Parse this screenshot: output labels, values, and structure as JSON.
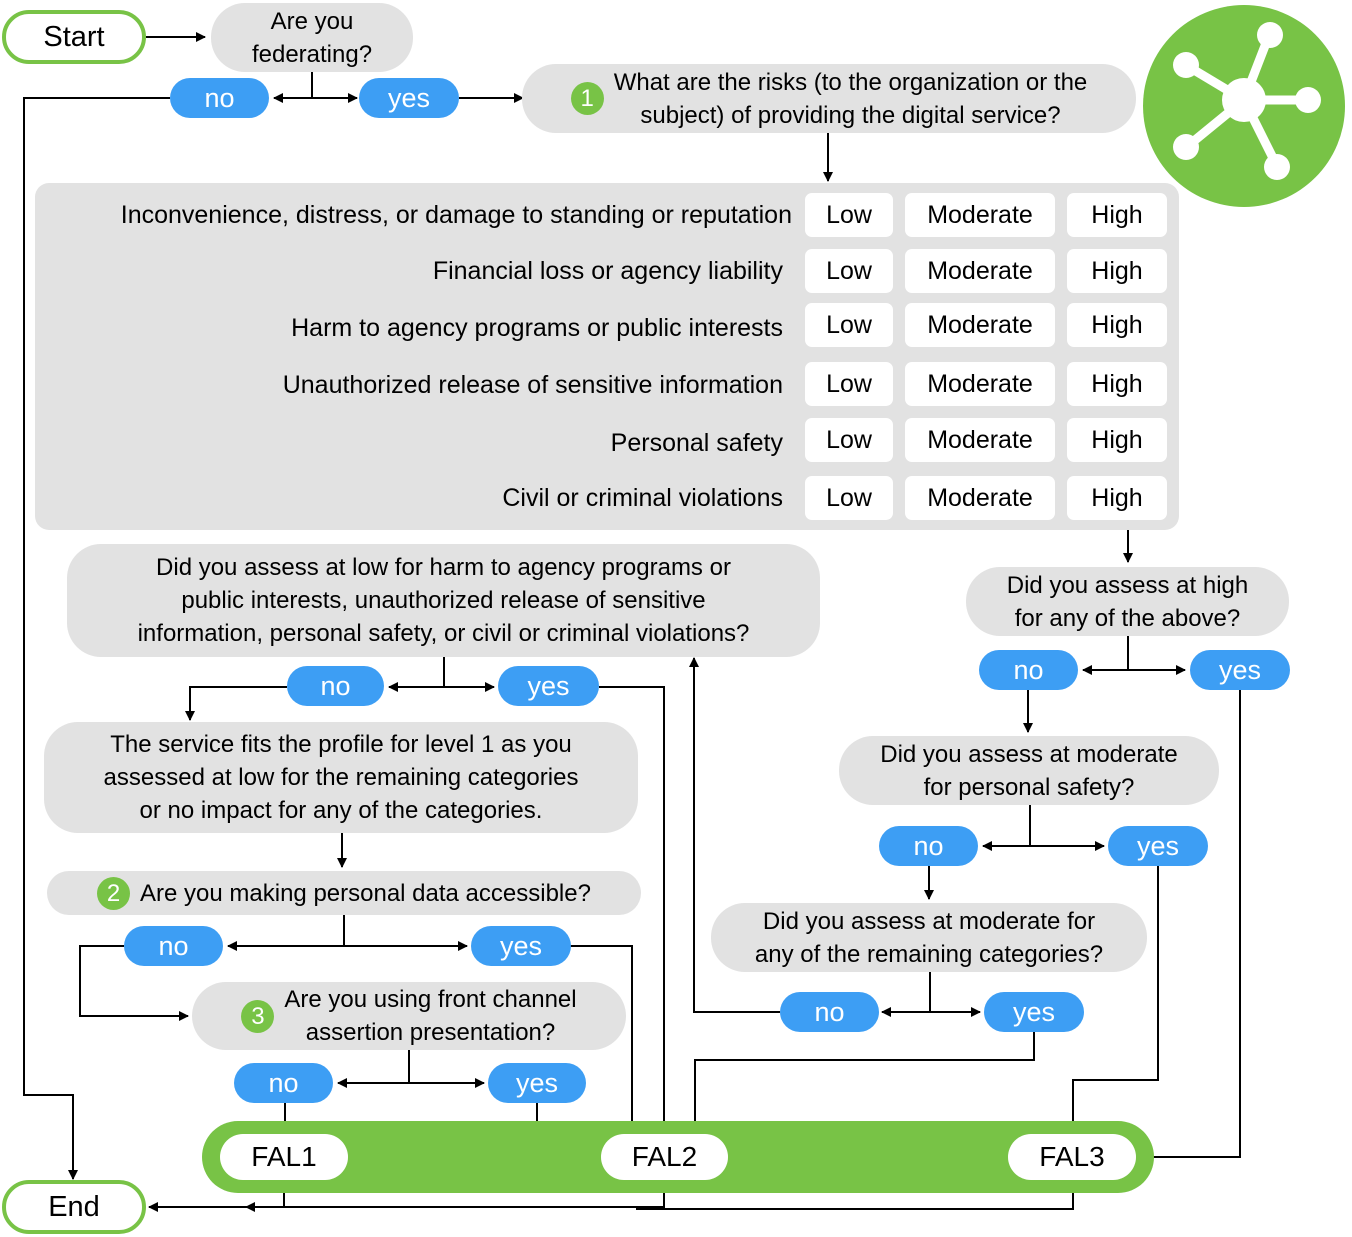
{
  "start": {
    "label": "Start"
  },
  "end": {
    "label": "End"
  },
  "q_federating": {
    "line1": "Are you",
    "line2": "federating?"
  },
  "q_risks": {
    "number": "1",
    "line1": "What are the risks (to the organization or the",
    "line2": "subject) of providing the digital service?"
  },
  "levels": {
    "low": "Low",
    "moderate": "Moderate",
    "high": "High"
  },
  "categories": [
    "Inconvenience, distress, or damage to standing or reputation",
    "Financial loss or agency liability",
    "Harm to agency programs or public interests",
    "Unauthorized release of sensitive information",
    "Personal safety",
    "Civil or criminal violations"
  ],
  "q_low": {
    "line1": "Did you assess at low for harm to agency programs or",
    "line2": "public interests, unauthorized release of sensitive",
    "line3": "information, personal safety, or civil or criminal violations?"
  },
  "q_high": {
    "line1": "Did you assess at high",
    "line2": "for any of the above?"
  },
  "q_mod_safety": {
    "line1": "Did you assess at moderate",
    "line2": "for personal safety?"
  },
  "q_mod_remaining": {
    "line1": "Did you assess at moderate for",
    "line2": "any of the remaining categories?"
  },
  "fits_level1": {
    "line1": "The service fits the profile for level 1 as you",
    "line2": "assessed at low for the remaining categories",
    "line3": "or no impact for any of the categories."
  },
  "q_personal_data": {
    "number": "2",
    "text": "Are you making personal data accessible?"
  },
  "q_front_channel": {
    "number": "3",
    "line1": "Are you using front channel",
    "line2": "assertion presentation?"
  },
  "answers": {
    "no": "no",
    "yes": "yes"
  },
  "fal": {
    "fal1": "FAL1",
    "fal2": "FAL2",
    "fal3": "FAL3"
  },
  "colors": {
    "green": "#78c346",
    "blue": "#3d9ef4",
    "gray": "#e2e2e2"
  },
  "icons": {
    "logo": "federation-network-icon"
  }
}
